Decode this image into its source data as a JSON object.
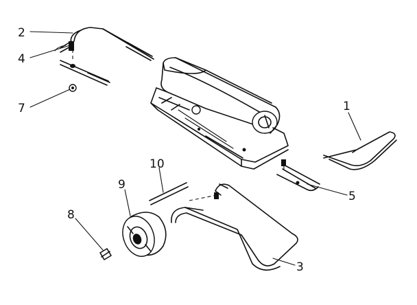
{
  "diagram": {
    "callouts": [
      {
        "id": "part-1",
        "number": "1"
      },
      {
        "id": "part-2",
        "number": "2"
      },
      {
        "id": "part-3",
        "number": "3"
      },
      {
        "id": "part-4",
        "number": "4"
      },
      {
        "id": "part-5",
        "number": "5"
      },
      {
        "id": "part-7",
        "number": "7"
      },
      {
        "id": "part-8",
        "number": "8"
      },
      {
        "id": "part-9",
        "number": "9"
      },
      {
        "id": "part-10",
        "number": "10"
      }
    ]
  },
  "colors": {
    "line": "#111111",
    "background": "#ffffff"
  }
}
